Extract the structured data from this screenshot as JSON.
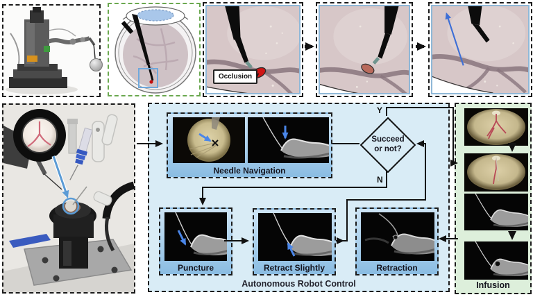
{
  "figure": {
    "type": "robotic-eye-surgery-workflow-figure",
    "occlusion_label": "Occlusion"
  },
  "flowchart": {
    "needle_navigation": {
      "label": "Needle Navigation"
    },
    "decision": {
      "line1": "Succeed",
      "line2": "or not?",
      "yes_label": "Y",
      "no_label": "N"
    },
    "steps": [
      {
        "label": "Puncture"
      },
      {
        "label": "Retract Slightly"
      },
      {
        "label": "Retraction"
      }
    ],
    "panel_label": "Autonomous Robot Control"
  },
  "infusion": {
    "label": "Infusion"
  },
  "colors": {
    "flow_panel_bg": "#d9ecf6",
    "step_box_top": "#cde4f5",
    "step_box_bottom": "#8abce2",
    "infusion_panel_bg": "#ddefdb",
    "eye_box_border_green": "#6aa84f",
    "scope_border_blue": "#8fb8d8",
    "annotation_arrow_blue": "#4a86e8",
    "occlusion_red": "#cf1515",
    "connector_black": "#1b1b1b"
  }
}
